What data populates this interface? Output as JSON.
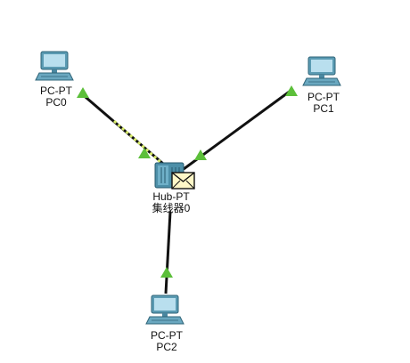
{
  "devices": {
    "pc0": {
      "model": "PC-PT",
      "name": "PC0"
    },
    "pc1": {
      "model": "PC-PT",
      "name": "PC1"
    },
    "pc2": {
      "model": "PC-PT",
      "name": "PC2"
    },
    "hub0": {
      "model": "Hub-PT",
      "name": "集线器0"
    }
  },
  "links": [
    {
      "from": "pc0",
      "to": "hub0",
      "status": "up",
      "animated": true
    },
    {
      "from": "pc1",
      "to": "hub0",
      "status": "up",
      "animated": false
    },
    {
      "from": "pc2",
      "to": "hub0",
      "status": "up",
      "animated": false
    }
  ],
  "pdu": {
    "icon": "envelope-icon",
    "location": "hub0"
  },
  "colors": {
    "link": "#111111",
    "link_up_indicator": "#5cbf3a",
    "traffic_highlight": "#d8ec6a",
    "pc_body": "#5b9bb3",
    "pc_screen": "#b9dfee",
    "hub_body": "#4d8fa8",
    "envelope": "#fff8c8"
  }
}
